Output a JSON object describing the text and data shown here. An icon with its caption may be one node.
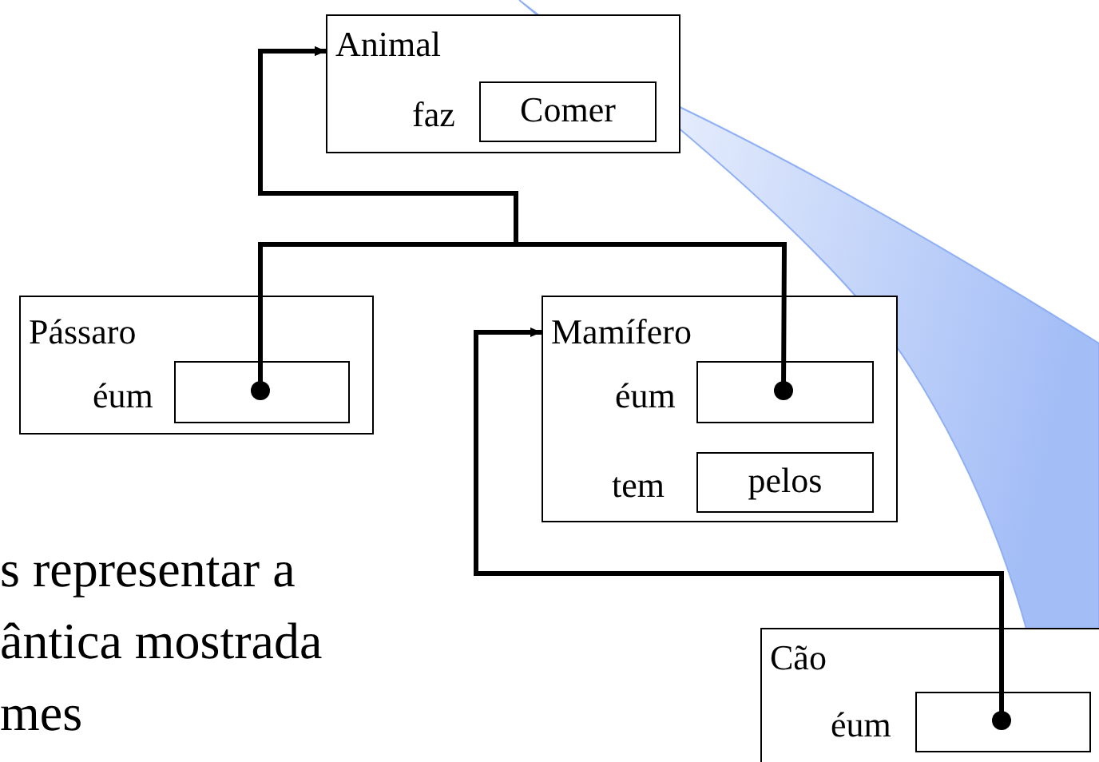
{
  "diagram": {
    "nodes": [
      {
        "text": [
          "Animal",
          "faz"
        ]
      },
      {
        "text": [
          "Comer"
        ],
        "in": 0
      },
      {
        "text": [
          "Pássaro",
          "éum"
        ]
      },
      {
        "text": [],
        "shape": "box",
        "in": 2
      },
      {
        "text": [
          "Mamífero",
          "éum",
          "tem"
        ]
      },
      {
        "text": [],
        "shape": "box",
        "in": 4
      },
      {
        "text": [
          "pelos"
        ],
        "in": 4
      },
      {
        "text": [
          "Cão",
          "éum"
        ]
      },
      {
        "text": [],
        "shape": "box",
        "in": 7
      }
    ],
    "edges": [
      {
        "from": 3,
        "to": 0,
        "arrow": "to"
      },
      {
        "from": 5,
        "to": 0,
        "arrow": "to"
      },
      {
        "from": 8,
        "to": 4,
        "arrow": "to"
      }
    ],
    "labels": [
      "s representar a",
      "ântica mostrada",
      "mes"
    ]
  }
}
